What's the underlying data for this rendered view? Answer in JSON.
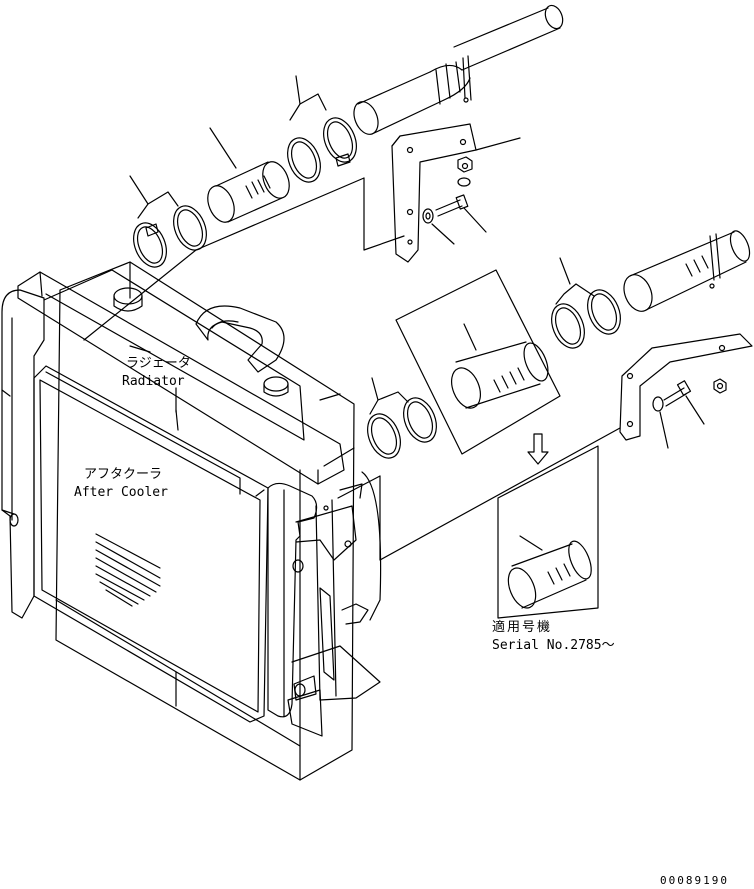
{
  "labels": {
    "radiator_jp": "ラジェータ",
    "radiator_en": "Radiator",
    "aftercooler_jp": "アフタクーラ",
    "aftercooler_en": "After Cooler",
    "serial_jp": "適用号機",
    "serial_en": "Serial No.2785～"
  },
  "doc_id": "00089190",
  "colors": {
    "ink": "#000000",
    "paper": "#ffffff"
  }
}
